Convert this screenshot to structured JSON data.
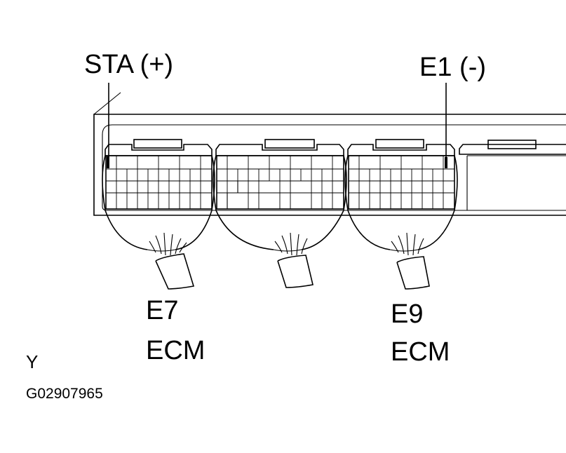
{
  "labels": {
    "sta_plus": "STA (+)",
    "e1_minus": "E1 (-)",
    "connector_e7": "E7",
    "ecm_left": "ECM",
    "connector_e9": "E9",
    "ecm_right": "ECM",
    "corner_y": "Y",
    "figure_code": "G02907965"
  }
}
